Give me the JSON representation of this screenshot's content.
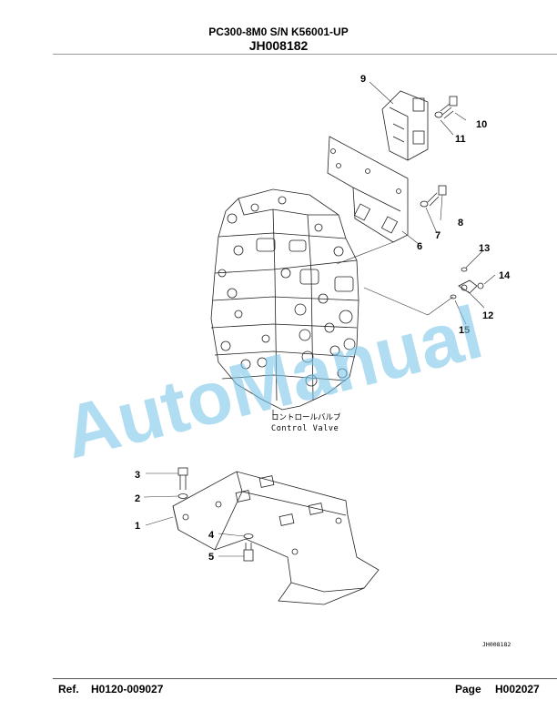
{
  "header": {
    "model_line": "PC300-8M0 S/N K56001-UP",
    "illustration_code": "JH008182"
  },
  "drawing": {
    "valve_label_jp": "コントロールバルブ",
    "valve_label_en": "Control Valve",
    "drawing_id": "JH008182",
    "callouts": [
      "1",
      "2",
      "3",
      "4",
      "5",
      "6",
      "7",
      "8",
      "9",
      "10",
      "11",
      "12",
      "13",
      "14",
      "15"
    ]
  },
  "watermark": "AutoManual",
  "footer": {
    "ref_label": "Ref.",
    "ref_value": "H0120-009027",
    "page_label": "Page",
    "page_value": "H002027"
  }
}
